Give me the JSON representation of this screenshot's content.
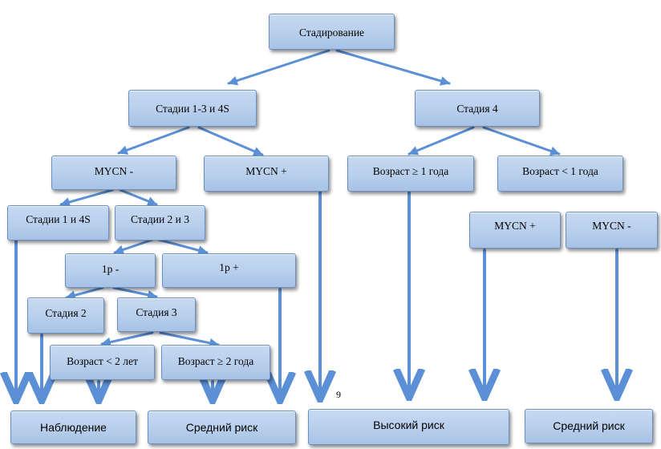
{
  "nodes": {
    "staging": "Стадирование",
    "stages_1_3_4s": "Стадии 1-3 и 4S",
    "stage_4": "Стадия 4",
    "mycn_neg_left": "MYCN -",
    "mycn_pos_left": "MYCN +",
    "age_ge_1": "Возраст ≥ 1 года",
    "age_lt_1": "Возраст < 1 года",
    "stages_1_4s": "Стадии 1 и 4S",
    "stages_2_3": "Стадии 2 и 3",
    "mycn_pos_right": "MYCN +",
    "mycn_neg_right": "MYCN -",
    "p1_minus": "1p -",
    "p1_plus": "1p +",
    "stage_2": "Стадия 2",
    "stage_3": "Стадия 3",
    "age_lt_2": "Возраст < 2 лет",
    "age_ge_2": "Возраст ≥ 2 года"
  },
  "outcomes": {
    "observation": "Наблюдение",
    "medium_risk_1": "Средний риск",
    "high_risk": "Высокий риск",
    "medium_risk_2": "Средний риск"
  },
  "page_number": "9",
  "colors": {
    "box_fill": "#b8cfec",
    "box_border": "#6a8fbf",
    "arrow": "#5b8fd6"
  }
}
